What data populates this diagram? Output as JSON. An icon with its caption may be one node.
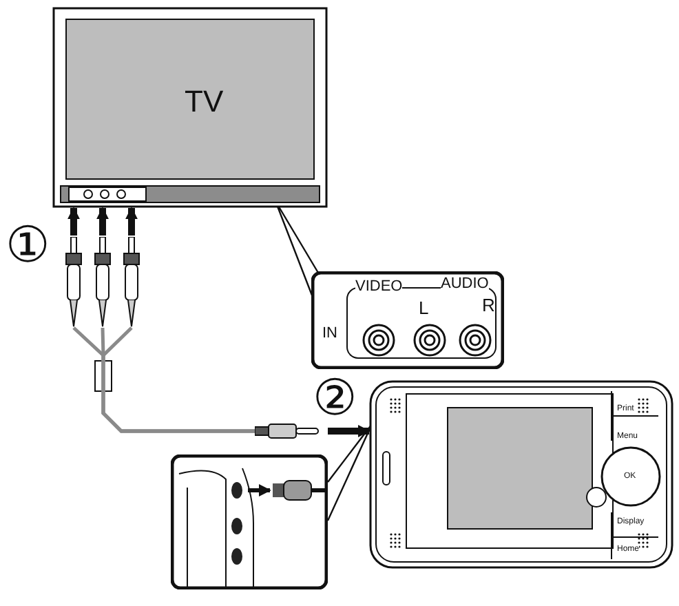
{
  "diagram": {
    "nodes": [
      {
        "text": [
          "TV"
        ]
      },
      {
        "text": [
          "IN",
          "VIDEO",
          "L",
          "AUDIO",
          "R"
        ]
      },
      {
        "text": [
          "Print",
          "Menu",
          "OK",
          "Display",
          "Home"
        ]
      },
      {
        "text": [],
        "shape": "box"
      },
      {
        "text": [],
        "shape": "plug"
      },
      {
        "text": [],
        "shape": "plug"
      },
      {
        "text": [],
        "shape": "plug"
      },
      {
        "text": [],
        "shape": "plug"
      }
    ],
    "edges": [
      {
        "from": 0,
        "to": 1,
        "arrow": "none"
      },
      {
        "from": 4,
        "to": 0,
        "arrow": "to",
        "style": "thick"
      },
      {
        "from": 5,
        "to": 0,
        "arrow": "to",
        "style": "thick"
      },
      {
        "from": 6,
        "to": 0,
        "arrow": "to",
        "style": "thick"
      },
      {
        "from": 4,
        "to": 7,
        "arrow": "none",
        "color": "#8a8a8a"
      },
      {
        "from": 5,
        "to": 7,
        "arrow": "none",
        "color": "#8a8a8a"
      },
      {
        "from": 6,
        "to": 7,
        "arrow": "none",
        "color": "#8a8a8a"
      },
      {
        "from": 7,
        "to": 2,
        "arrow": "to",
        "style": "thick"
      },
      {
        "from": 2,
        "to": 3,
        "arrow": "none"
      }
    ],
    "labels": [
      "①",
      "②"
    ]
  }
}
